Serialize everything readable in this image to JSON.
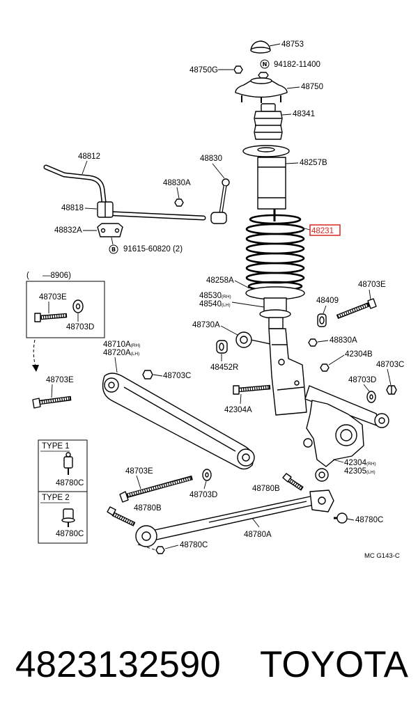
{
  "diagram": {
    "highlight_color": "#d7261e",
    "labels": {
      "l48753": "48753",
      "l48750g": "48750G",
      "nut_mark": "N",
      "l94182": "94182-11400",
      "l48750": "48750",
      "l48341": "48341",
      "l48257b": "48257B",
      "l48231": "48231",
      "l48812": "48812",
      "l48830": "48830",
      "l48830a_left": "48830A",
      "l48818": "48818",
      "l48832a": "48832A",
      "bolt_mark": "B",
      "l91615": "91615-60820 (2)",
      "range_note": "(      —8906)",
      "range_bolt": "48703E",
      "range_washer": "48703D",
      "l48258a": "48258A",
      "bolt_right": "48703E",
      "l48530": "48530",
      "l48530_side": "(RH)",
      "l48540": "48540",
      "l48540_side": "(LH)",
      "l48409": "48409",
      "l48730a": "48730A",
      "l48830a_right": "48830A",
      "l48710a": "48710A",
      "l48710a_side": "(RH)",
      "l48720a": "48720A",
      "l48720a_side": "(LH)",
      "l48452r": "48452R",
      "l42304b": "42304B",
      "nut_right": "48703C",
      "nut_left": "48703C",
      "bolt_left": "48703E",
      "washer_right": "48703D",
      "l42304a": "42304A",
      "type1_title": "TYPE 1",
      "type1_part": "48780C",
      "type2_title": "TYPE 2",
      "type2_part": "48780C",
      "bolt_mid": "48703E",
      "washer_mid": "48703D",
      "l42304": "42304",
      "l42304_side": "(RH)",
      "l42305": "42305",
      "l42305_side": "(LH)",
      "l48780b_right": "48780B",
      "l48780b_left": "48780B",
      "l48780c_right": "48780C",
      "l48780c_left": "48780C",
      "l48780a": "48780A",
      "diagram_code": "MC G143-C"
    }
  },
  "caption": {
    "part_number": "4823132590",
    "brand": "TOYOTA"
  }
}
